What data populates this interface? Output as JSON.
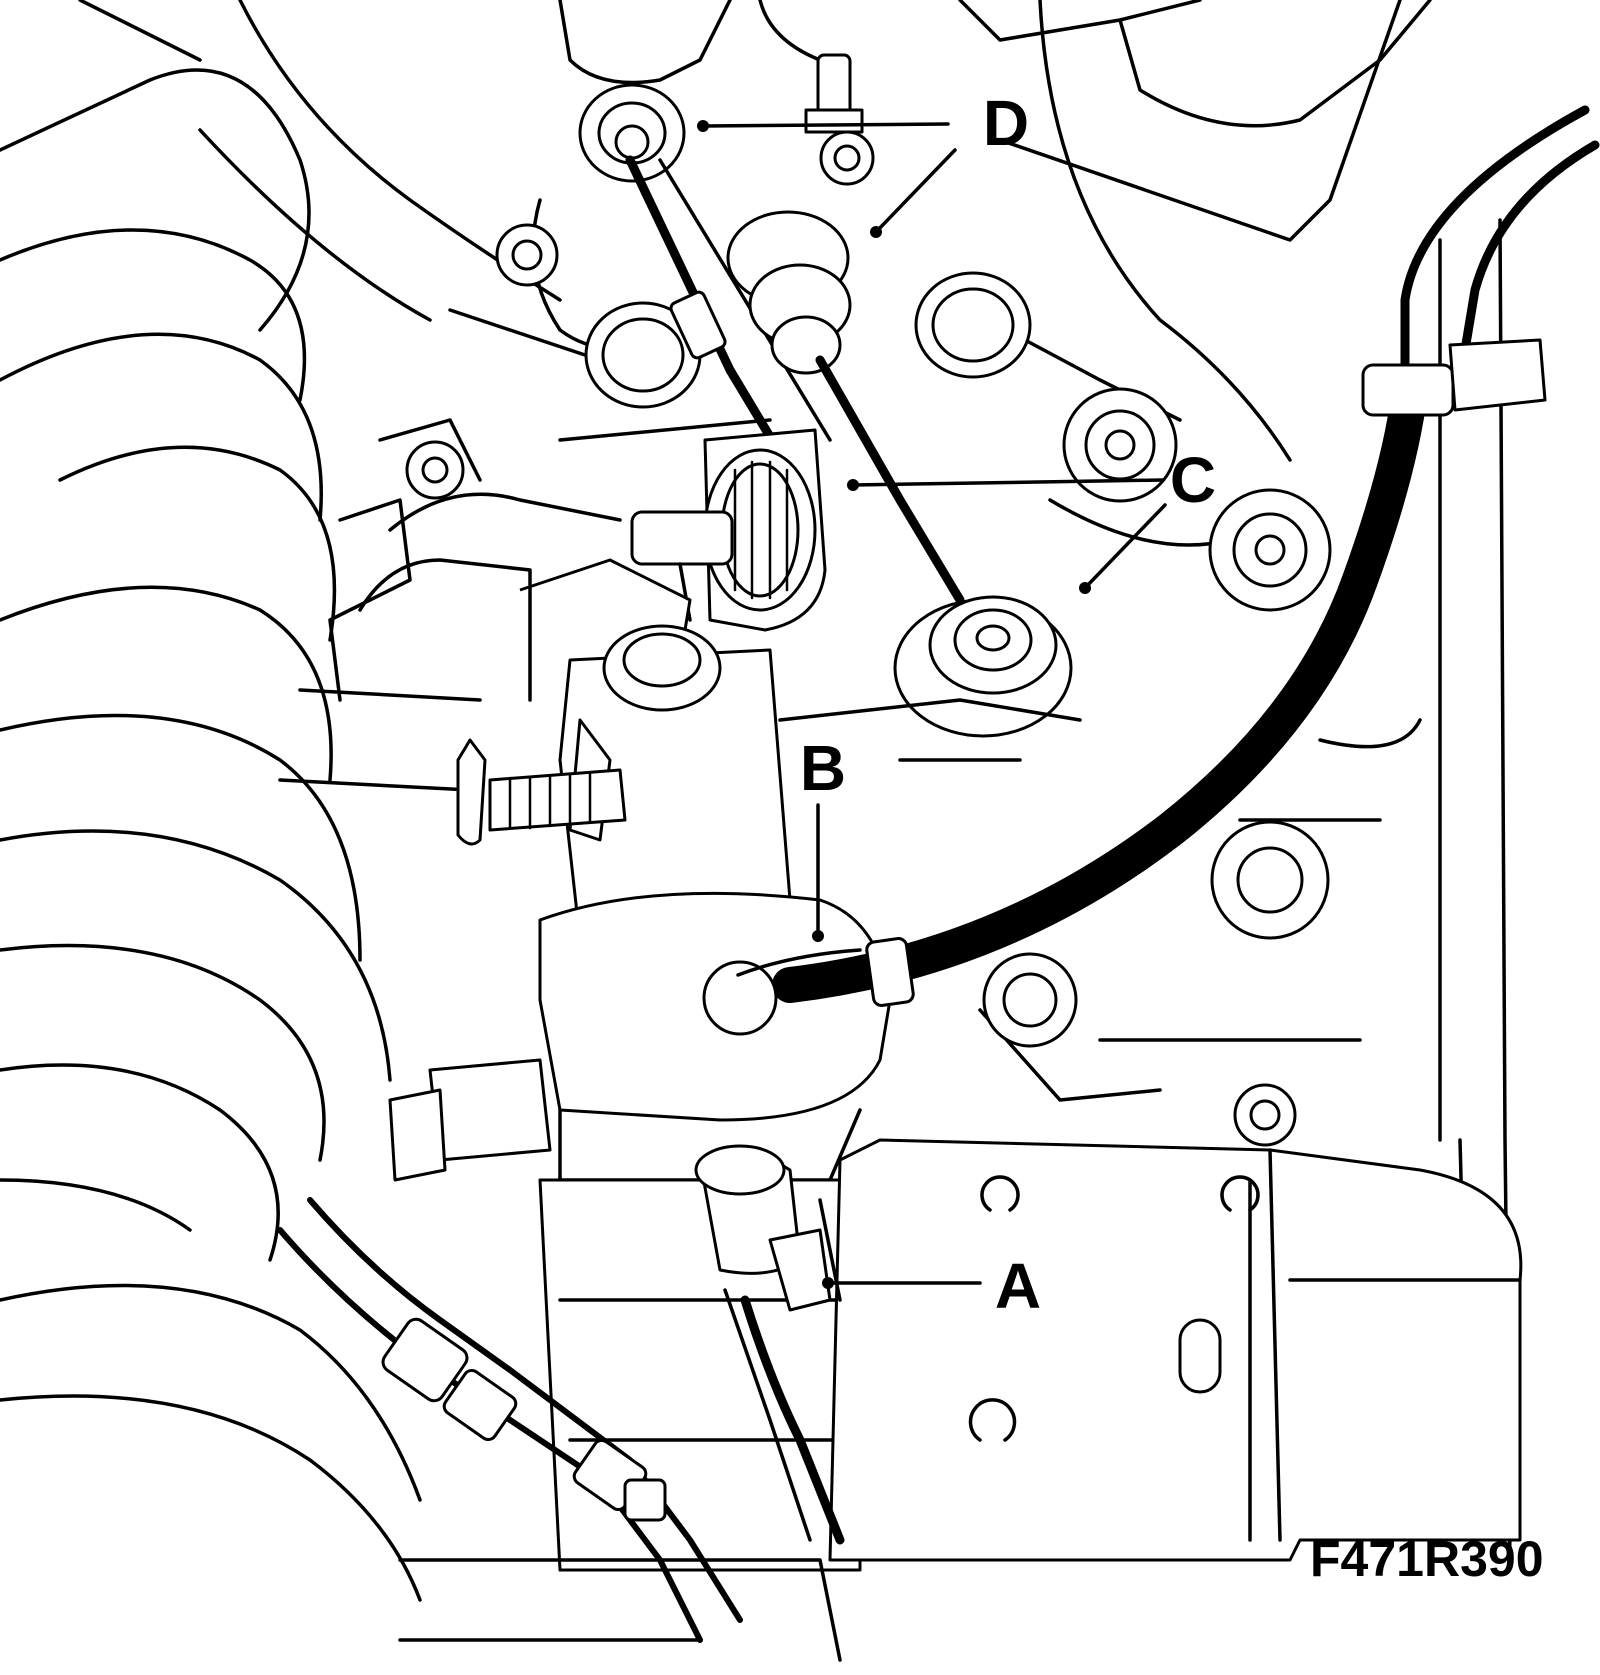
{
  "callouts": {
    "a": "A",
    "b": "B",
    "c": "C",
    "d": "D"
  },
  "figure_code": "F471R390"
}
